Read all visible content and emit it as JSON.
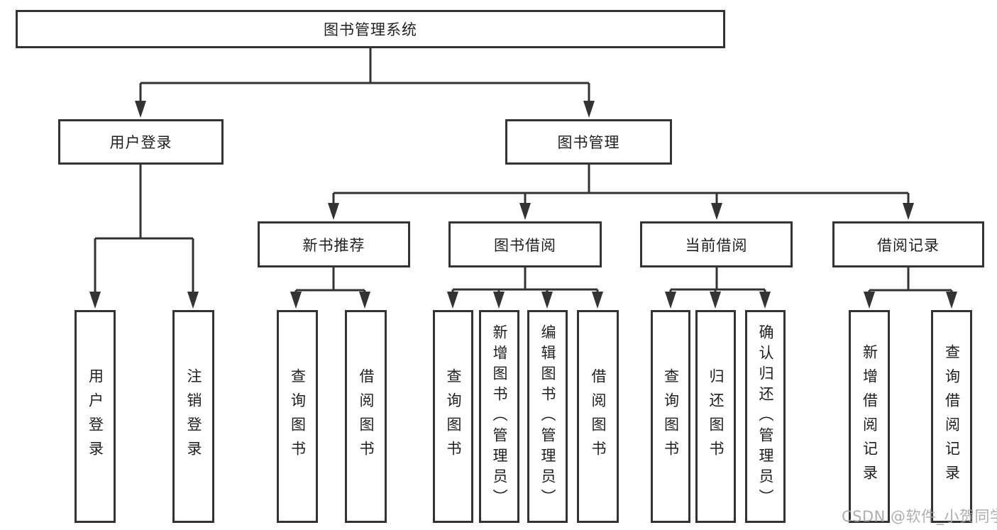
{
  "root": {
    "label": "图书管理系统"
  },
  "level2": {
    "user_login": "用户登录",
    "book_management": "图书管理"
  },
  "level3": {
    "new_book_recommend": "新书推荐",
    "book_borrow": "图书借阅",
    "current_borrow": "当前借阅",
    "borrow_records": "借阅记录"
  },
  "leaves": {
    "user": [
      "用户登录",
      "注销登录"
    ],
    "recommend": [
      "查询图书",
      "借阅图书"
    ],
    "borrow": [
      "查询图书",
      "新增图书（管理员）",
      "编辑图书（管理员）",
      "借阅图书"
    ],
    "current": [
      "查询图书",
      "归还图书",
      "确认归还（管理员）"
    ],
    "records": [
      "新增借阅记录",
      "查询借阅记录"
    ]
  },
  "watermark": "CSDN @软件_小贺同学",
  "colors": {
    "line": "#333333",
    "text": "#1f1f1f",
    "box_background": "#ffffff",
    "page_background": "#ffffff",
    "watermark": "#a5a5a5"
  }
}
